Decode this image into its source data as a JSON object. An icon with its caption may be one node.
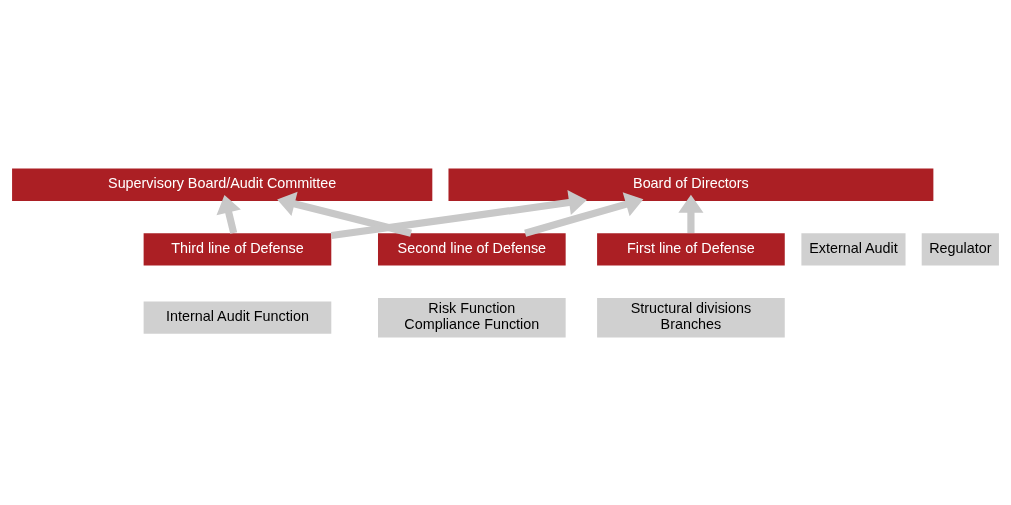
{
  "diagram": {
    "nodes": [
      {
        "text": [
          "Supervisory Board/Audit Committee"
        ]
      },
      {
        "text": [
          "Board of Directors"
        ]
      },
      {
        "text": [
          "First line of Defense"
        ]
      },
      {
        "text": [
          "Second line of Defense"
        ]
      },
      {
        "text": [
          "Third line of Defense"
        ]
      },
      {
        "text": [
          "Structural divisions",
          "Branches"
        ]
      },
      {
        "text": [
          "Risk Function",
          "Compliance Function"
        ]
      },
      {
        "text": [
          "Internal Audit Function"
        ]
      },
      {
        "text": [
          "External Audit"
        ]
      },
      {
        "text": [
          "Regulator"
        ]
      }
    ],
    "edges": [
      {
        "from": 2,
        "to": 1,
        "arrow": "to"
      },
      {
        "from": 3,
        "to": 1,
        "arrow": "to"
      },
      {
        "from": 3,
        "to": 0,
        "arrow": "to"
      },
      {
        "from": 4,
        "to": 1,
        "arrow": "to"
      },
      {
        "from": 4,
        "to": 0,
        "arrow": "to"
      }
    ]
  }
}
